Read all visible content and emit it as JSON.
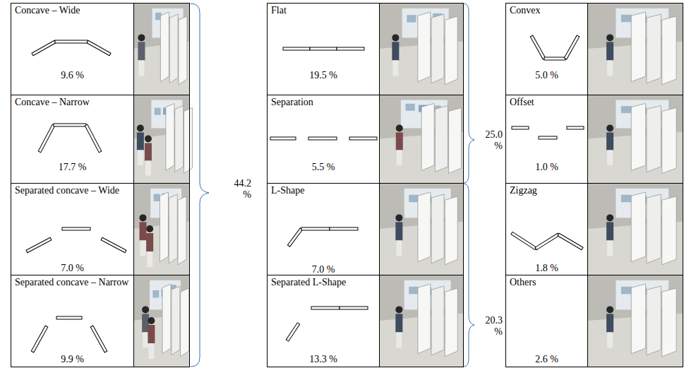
{
  "diagram": {
    "nodes": [
      {
        "text": [
          "Concave – Wide",
          "9.6 %"
        ]
      },
      {
        "text": [
          "Concave – Narrow",
          "17.7 %"
        ]
      },
      {
        "text": [
          "Separated concave – Wide",
          "7.0 %"
        ]
      },
      {
        "text": [
          "Separated concave – Narrow",
          "9.9 %"
        ]
      },
      {
        "text": [
          "Flat",
          "19.5 %"
        ]
      },
      {
        "text": [
          "Separation",
          "5.5 %"
        ]
      },
      {
        "text": [
          "L-Shape",
          "7.0 %"
        ]
      },
      {
        "text": [
          "Separated L-Shape",
          "13.3 %"
        ]
      },
      {
        "text": [
          "Convex",
          "5.0 %"
        ]
      },
      {
        "text": [
          "Offset",
          "1.0 %"
        ]
      },
      {
        "text": [
          "Zigzag",
          "1.8 %"
        ]
      },
      {
        "text": [
          "Others",
          "2.6 %"
        ]
      }
    ],
    "labels": [
      "44.2 %",
      "25.0 %",
      "20.3 %"
    ]
  }
}
